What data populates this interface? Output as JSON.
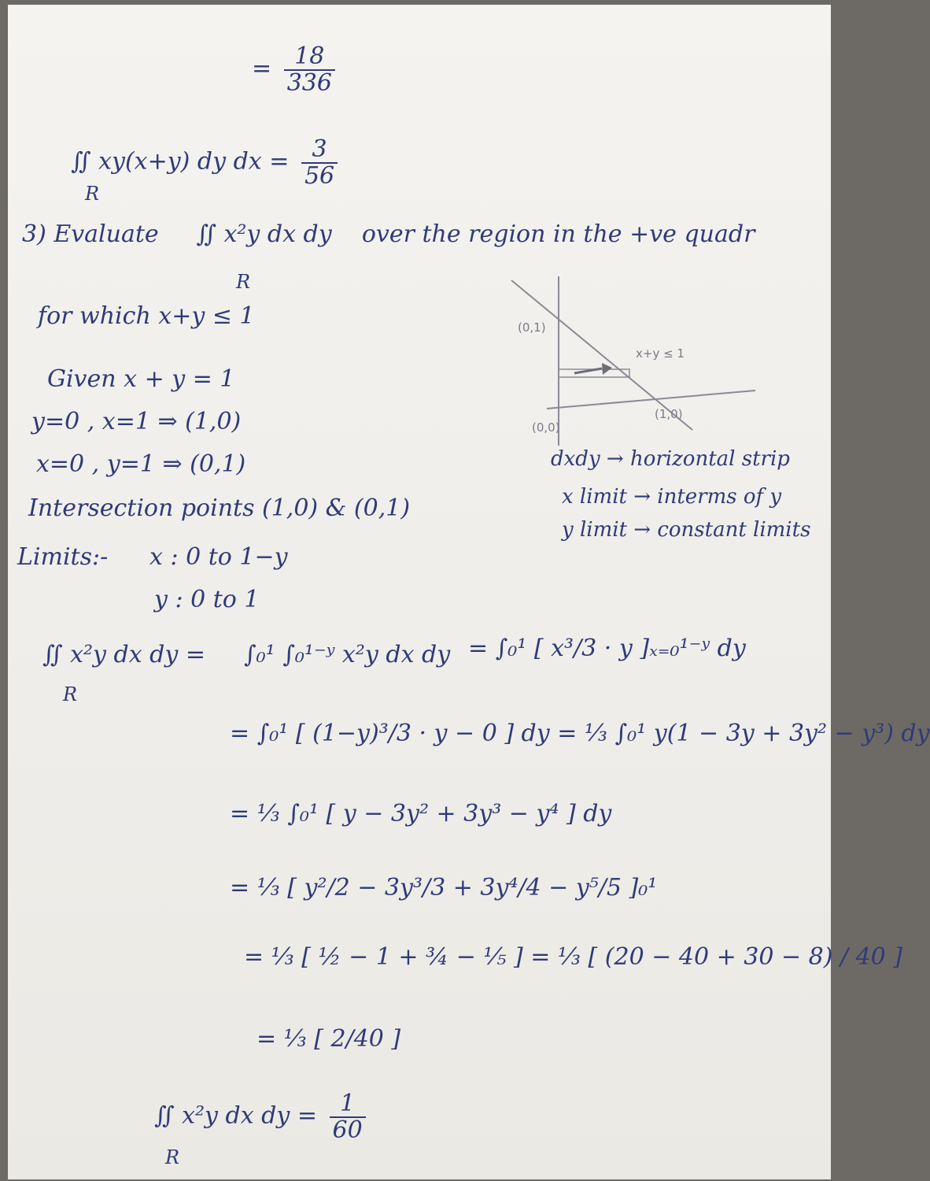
{
  "header": {
    "eq1_lhs": "=",
    "eq1_num": "18",
    "eq1_den": "336",
    "eq2_lhs": "∬ xy(x+y) dy dx =",
    "eq2_region": "R",
    "eq2_num": "3",
    "eq2_den": "56"
  },
  "problem": {
    "label": "3) Evaluate",
    "integral": "∬ x²y dx dy",
    "region": "R",
    "text": "over the region in the +ve quadr",
    "condition": "for which x+y ≤ 1"
  },
  "sketch": {
    "label_top": "(0,1)",
    "label_origin": "(0,0)",
    "label_right": "(1,0)",
    "label_region": "x+y ≤ 1"
  },
  "work": {
    "given": "Given   x + y = 1",
    "case1": "y=0 ,  x=1  ⇒  (1,0)",
    "case2": "x=0 ,  y=1  ⇒  (0,1)",
    "intersection": "Intersection points   (1,0) & (0,1)",
    "limits_label": "Limits:-",
    "limit_x": "x :  0 to  1−y",
    "limit_y": "y :  0 to  1"
  },
  "notes": {
    "n1": "dxdy → horizontal strip",
    "n2": "x limit → interms of y",
    "n3": "y limit → constant limits"
  },
  "steps": {
    "s1_lhs": "∬ x²y dx dy =",
    "s1_region": "R",
    "s1_mid": "∫₀¹ ∫₀¹⁻ʸ x²y dx dy",
    "s1_rhs": "= ∫₀¹ [ x³/3 · y ]ₓ₌₀¹⁻ʸ dy",
    "s2": "= ∫₀¹ [ (1−y)³/3 · y − 0 ] dy  =  ⅓ ∫₀¹ y(1 − 3y + 3y² − y³) dy",
    "s3": "= ⅓ ∫₀¹ [ y − 3y² + 3y³ − y⁴ ] dy",
    "s4": "= ⅓ [ y²/2 − 3y³/3 + 3y⁴/4 − y⁵/5 ]₀¹",
    "s5": "= ⅓ [ ½ − 1 + ¾ − ⅕ ]  =  ⅓ [ (20 − 40 + 30 − 8) / 40 ]",
    "s6": "= ⅓ [ 2/40 ]",
    "final_lhs": "∬ x²y dx dy  =",
    "final_region": "R",
    "final_num": "1",
    "final_den": "60"
  }
}
